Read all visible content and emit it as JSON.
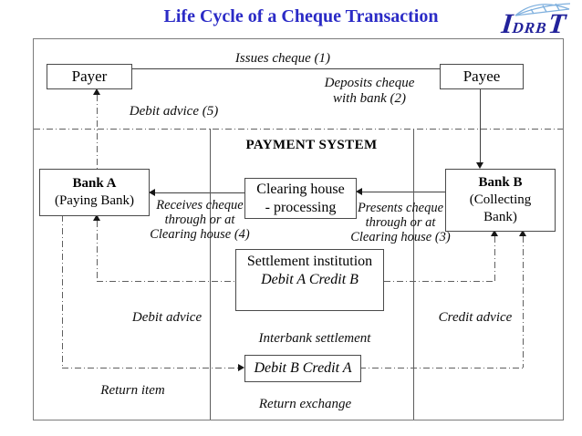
{
  "page": {
    "title": "Life Cycle of a Cheque Transaction",
    "logo": {
      "i": "I",
      "drb": "DRB",
      "t": "T"
    }
  },
  "actors": {
    "payer": "Payer",
    "payee": "Payee",
    "bank_a": [
      "Bank A",
      "(Paying Bank)"
    ],
    "bank_b": [
      "Bank B",
      "(Collecting",
      "Bank)"
    ]
  },
  "payment_system": {
    "heading": "PAYMENT SYSTEM",
    "clearing_house": [
      "Clearing house",
      "- processing"
    ],
    "settlement_institution": [
      "Settlement institution",
      "Debit A Credit B"
    ],
    "return_settlement": "Debit B Credit A"
  },
  "flow_labels": {
    "issues_cheque": "Issues cheque (1)",
    "deposits_cheque": [
      "Deposits cheque",
      "with bank (2)"
    ],
    "debit_advice_5": "Debit advice (5)",
    "receives_cheque": [
      "Receives cheque",
      "through or at",
      "Clearing house (4)"
    ],
    "presents_cheque": [
      "Presents cheque",
      "through or at",
      "Clearing house (3)"
    ],
    "debit_advice": "Debit advice",
    "credit_advice": "Credit advice",
    "interbank_settlement": "Interbank settlement",
    "return_item": "Return item",
    "return_exchange": "Return exchange"
  },
  "colors": {
    "title_blue": "#2b2bc6",
    "logo_dark_blue": "#22229b",
    "logo_light_blue": "#7fb0de",
    "line_gray": "#5f5f5f"
  }
}
